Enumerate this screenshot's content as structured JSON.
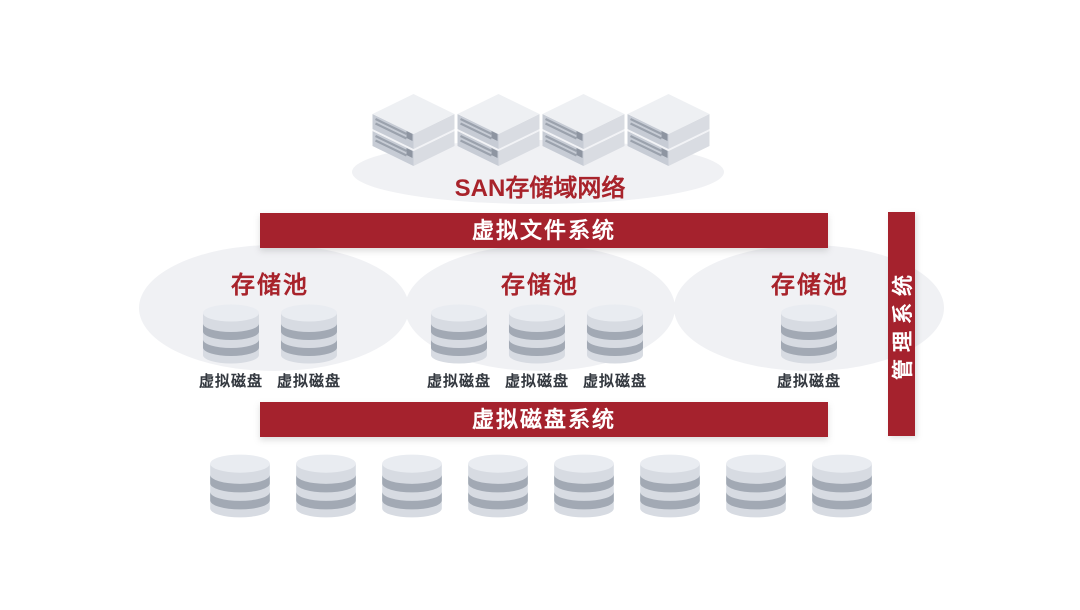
{
  "colors": {
    "banner_red": "#A5222D",
    "accent_text_red": "#A8232B",
    "ellipse_gray": "#F0F1F4",
    "disk_label_dark": "#33383F"
  },
  "san": {
    "label": "SAN存储域网络",
    "server_count": 4
  },
  "banners": {
    "virtual_file_system": "虚拟文件系统",
    "virtual_disk_system": "虚拟磁盘系统",
    "management_system": "管理系统"
  },
  "pools": [
    {
      "label": "存储池",
      "disks": [
        "虚拟磁盘",
        "虚拟磁盘"
      ]
    },
    {
      "label": "存储池",
      "disks": [
        "虚拟磁盘",
        "虚拟磁盘",
        "虚拟磁盘"
      ]
    },
    {
      "label": "存储池",
      "disks": [
        "虚拟磁盘"
      ]
    }
  ],
  "bottom_disks": {
    "count": 8
  }
}
